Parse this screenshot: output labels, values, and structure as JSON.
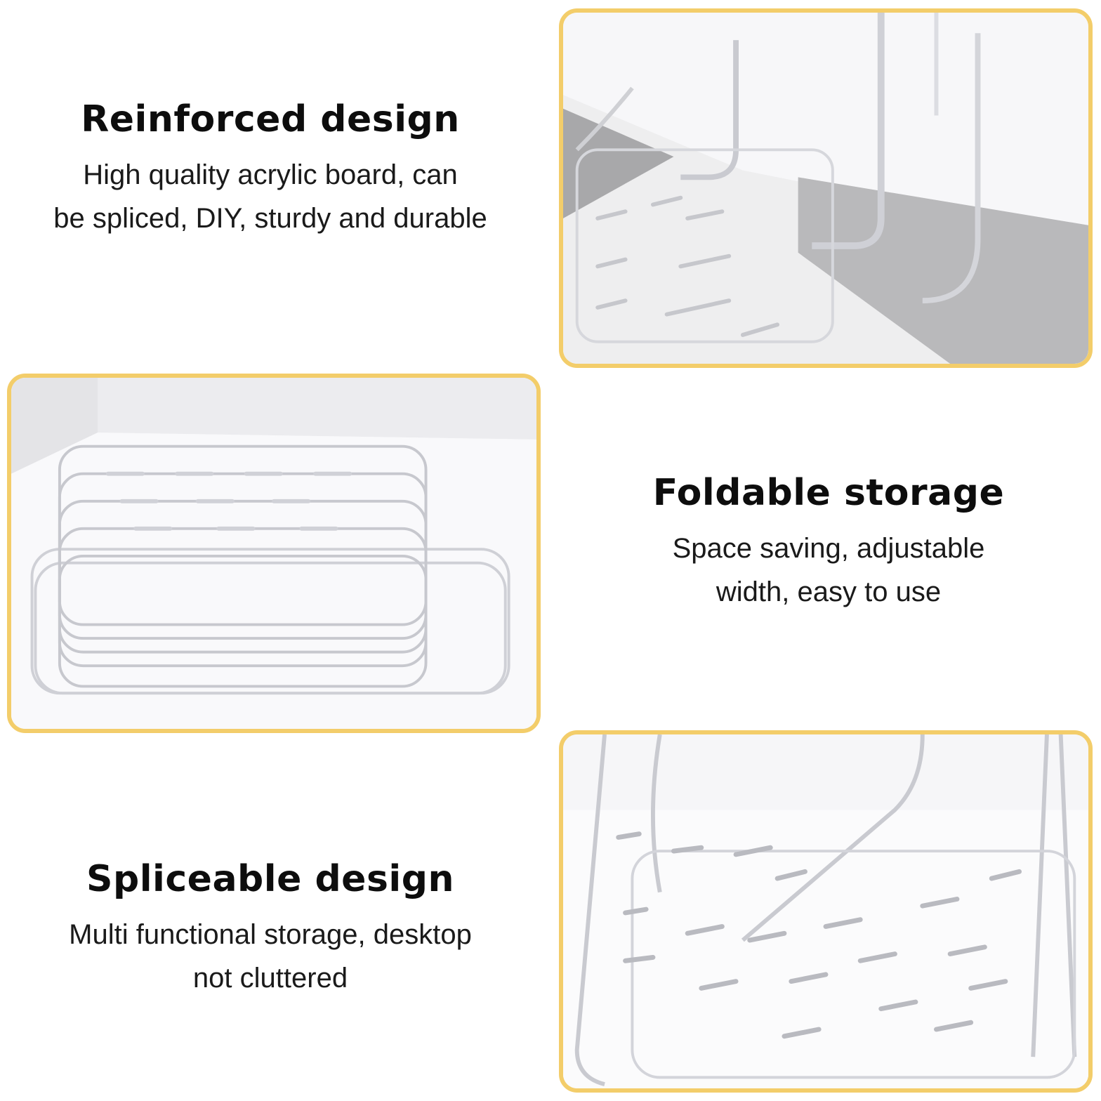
{
  "sections": [
    {
      "heading": "Reinforced design",
      "desc_line1": "High quality acrylic board, can",
      "desc_line2": "be spliced, DIY, sturdy and durable"
    },
    {
      "heading": "Foldable storage",
      "desc_line1": "Space saving, adjustable",
      "desc_line2": "width, easy to use"
    },
    {
      "heading": "Spliceable design",
      "desc_line1": "Multi functional storage, desktop",
      "desc_line2": "not cluttered"
    }
  ],
  "colors": {
    "frame": "#f3cd6a",
    "background": "#ffffff",
    "text": "#111111"
  },
  "images": [
    {
      "icon": "acrylic-rack-closeup-photo"
    },
    {
      "icon": "stacked-acrylic-trays-photo"
    },
    {
      "icon": "acrylic-rack-shelf-photo"
    }
  ]
}
